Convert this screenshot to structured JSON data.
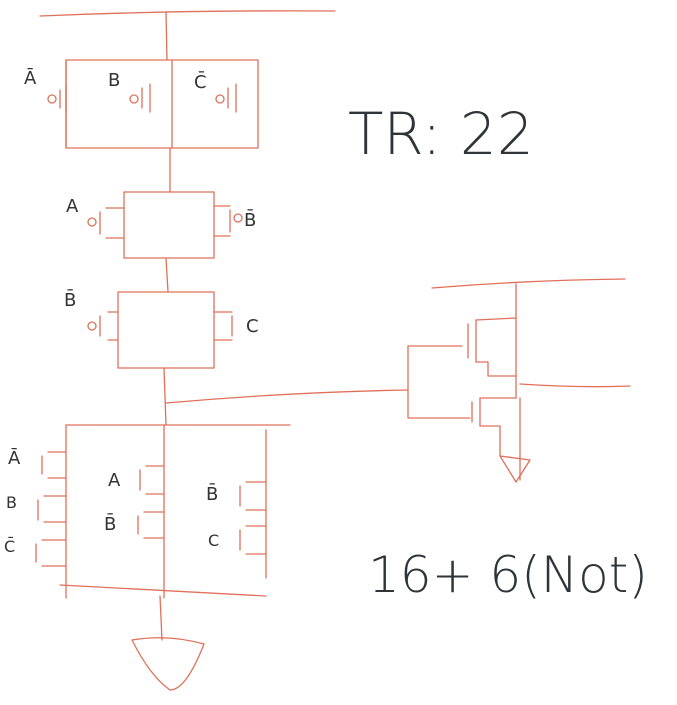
{
  "colors": {
    "wire": "#e0705a",
    "ink": "#2f3438",
    "label": "#333333",
    "background": "#ffffff"
  },
  "annotations": {
    "transistor_count": "TR: 22",
    "breakdown": "16+ 6(Not)"
  },
  "pmos_network": {
    "stage1_inputs": [
      "Ā",
      "B",
      "C̄"
    ],
    "stage2_inputs": [
      "A",
      "B̄"
    ],
    "stage3_inputs": [
      "B̄",
      "C"
    ]
  },
  "nmos_network": {
    "branch1_inputs": [
      "Ā",
      "B",
      "C̄"
    ],
    "branch2_inputs": [
      "A",
      "B̄"
    ],
    "branch3_inputs": [
      "B̄",
      "C"
    ]
  }
}
